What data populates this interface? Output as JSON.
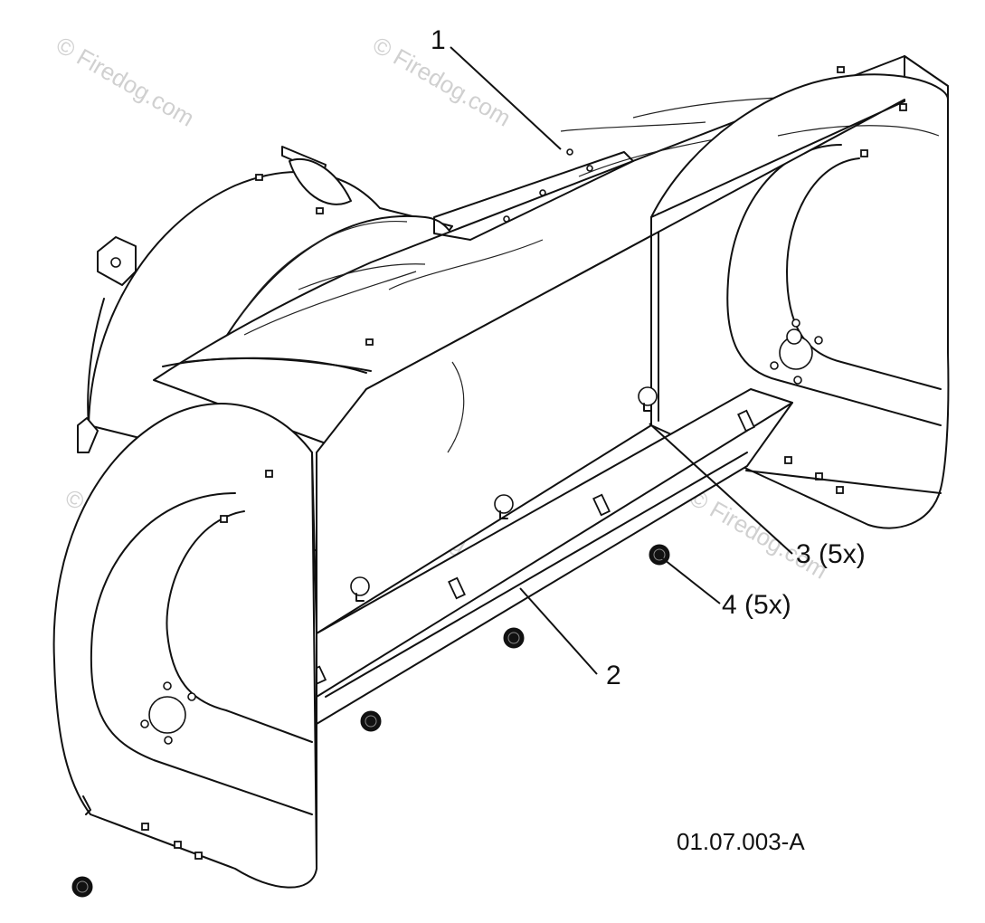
{
  "watermark": "© Firedog.com",
  "callouts": [
    {
      "id": "1",
      "label": "1"
    },
    {
      "id": "2",
      "label": "2"
    },
    {
      "id": "3",
      "label": "3 (5x)"
    },
    {
      "id": "4",
      "label": "4 (5x)"
    }
  ],
  "drawing_code": "01.07.003-A"
}
